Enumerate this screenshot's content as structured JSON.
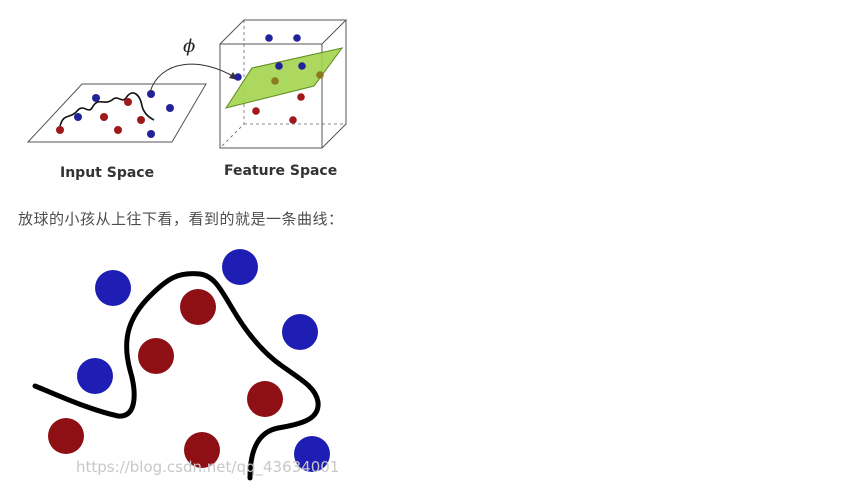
{
  "figure1": {
    "phi_symbol": "ϕ",
    "input_label": "Input Space",
    "feature_label": "Feature Space"
  },
  "caption": "放球的小孩从上往下看，看到的就是一条曲线：",
  "watermark": "https://blog.csdn.net/qq_43634001",
  "colors": {
    "blue_ball": "#1e1eb4",
    "red_ball": "#8e1015",
    "plane": "#8fcf3a",
    "curve": "#000000"
  }
}
